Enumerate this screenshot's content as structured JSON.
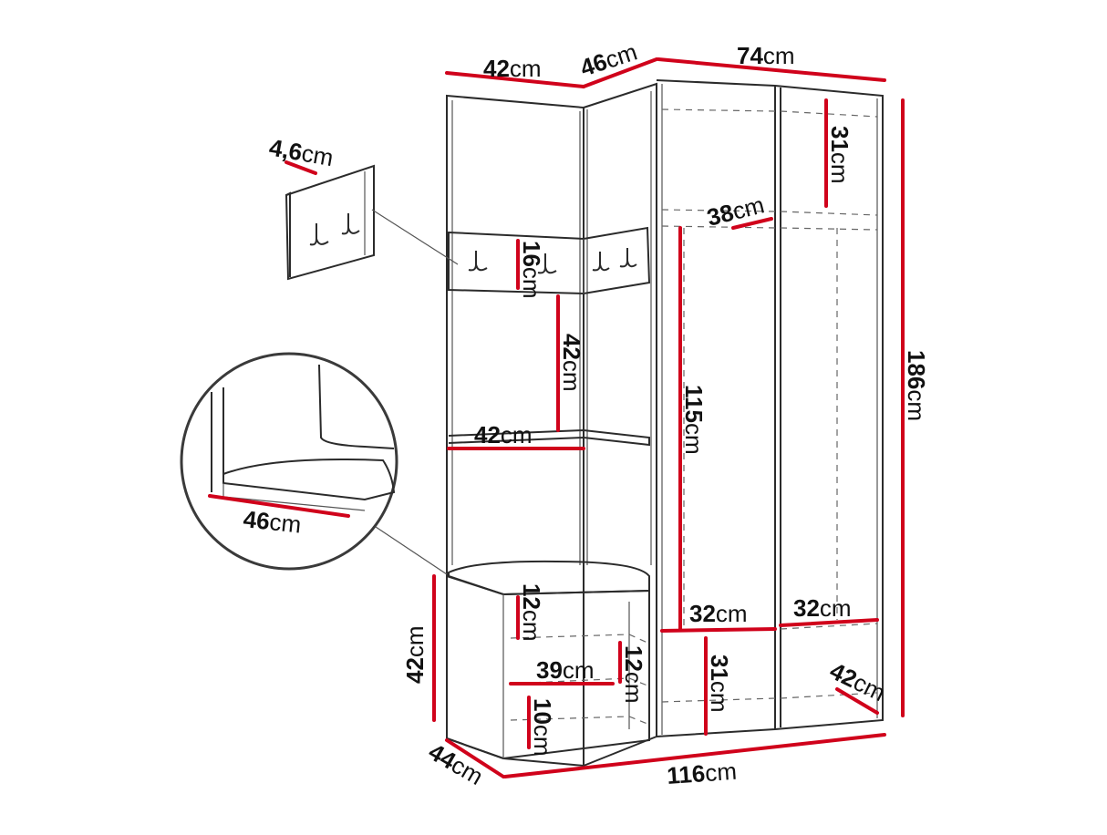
{
  "colors": {
    "dimension_line": "#d0021b",
    "outline": "#2b2b2b",
    "background": "#ffffff"
  },
  "icons": [
    "coat-hook-icon"
  ],
  "dimensions": {
    "top_depth": {
      "num": "42",
      "unit": "cm"
    },
    "corner_depth": {
      "num": "46",
      "unit": "cm"
    },
    "top_width": {
      "num": "74",
      "unit": "cm"
    },
    "hook_panel_thickness": {
      "num": "4,6",
      "unit": "cm"
    },
    "hook_panel_height": {
      "num": "16",
      "unit": "cm"
    },
    "top_shelf_gap": {
      "num": "31",
      "unit": "cm"
    },
    "rail_width": {
      "num": "38",
      "unit": "cm"
    },
    "open_shelf_height": {
      "num": "42",
      "unit": "cm"
    },
    "open_shelf_width": {
      "num": "42",
      "unit": "cm"
    },
    "rail_drop": {
      "num": "115",
      "unit": "cm"
    },
    "total_height": {
      "num": "186",
      "unit": "cm"
    },
    "seat_depth": {
      "num": "46",
      "unit": "cm"
    },
    "bench_height": {
      "num": "42",
      "unit": "cm"
    },
    "bench_top_gap": {
      "num": "12",
      "unit": "cm"
    },
    "inner_shelf_width": {
      "num": "39",
      "unit": "cm"
    },
    "inner_shelf_gap": {
      "num": "12",
      "unit": "cm"
    },
    "bottom_gap": {
      "num": "10",
      "unit": "cm"
    },
    "base_shelf_left": {
      "num": "32",
      "unit": "cm"
    },
    "base_shelf_right": {
      "num": "32",
      "unit": "cm"
    },
    "base_compartment_height": {
      "num": "31",
      "unit": "cm"
    },
    "cabinet_depth": {
      "num": "42",
      "unit": "cm"
    },
    "bench_depth": {
      "num": "44",
      "unit": "cm"
    },
    "total_width": {
      "num": "116",
      "unit": "cm"
    }
  }
}
